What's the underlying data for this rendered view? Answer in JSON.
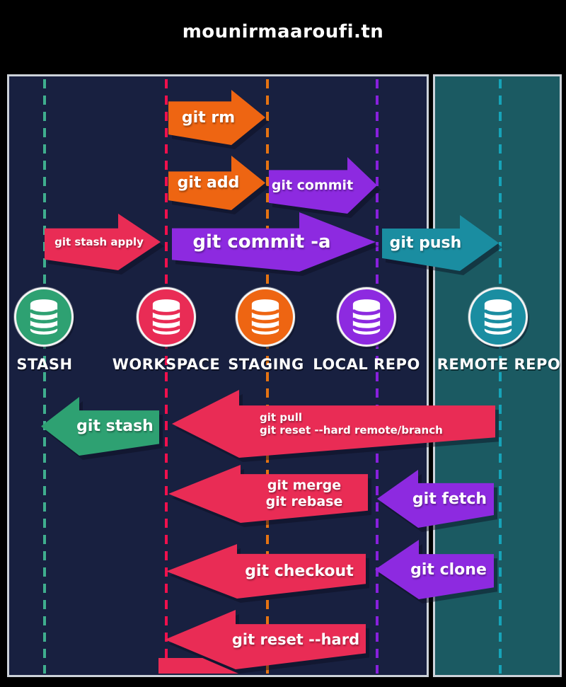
{
  "header": {
    "title": "mounirmaaroufi.tn"
  },
  "palette": {
    "background": "#000000",
    "panel_left": "#182040",
    "panel_right": "#1b5a62",
    "panel_border": "#ccd2d9",
    "orange": "#ee6512",
    "purple": "#8d2ae0",
    "crimson": "#e92c55",
    "green": "#2ea172",
    "teal": "#1a8da1",
    "text": "#ffffff"
  },
  "columns": [
    {
      "id": "stash",
      "label": "STASH",
      "color": "#2ea172",
      "line_color": "#3fae8e",
      "icon": "database-icon"
    },
    {
      "id": "workspace",
      "label": "WORKSPACE",
      "color": "#e92c55",
      "line_color": "#f0104d",
      "icon": "database-icon"
    },
    {
      "id": "staging",
      "label": "STAGING",
      "color": "#ee6512",
      "line_color": "#e57312",
      "icon": "database-icon"
    },
    {
      "id": "local-repo",
      "label": "LOCAL REPO",
      "color": "#8d2ae0",
      "line_color": "#8820dd",
      "icon": "database-icon"
    },
    {
      "id": "remote-repo",
      "label": "REMOTE REPO",
      "color": "#1a8da1",
      "line_color": "#16a3b8",
      "icon": "database-icon"
    }
  ],
  "arrows": [
    {
      "label": "git rm",
      "color": "#ee6512",
      "direction": "right",
      "from": "workspace",
      "to": "staging"
    },
    {
      "label": "git add",
      "color": "#ee6512",
      "direction": "right",
      "from": "workspace",
      "to": "staging"
    },
    {
      "label": "git commit",
      "color": "#8d2ae0",
      "direction": "right",
      "from": "staging",
      "to": "local-repo"
    },
    {
      "label": "git stash apply",
      "color": "#e92c55",
      "direction": "right",
      "from": "stash",
      "to": "workspace"
    },
    {
      "label": "git commit -a",
      "color": "#8d2ae0",
      "direction": "right",
      "from": "workspace",
      "to": "local-repo"
    },
    {
      "label": "git push",
      "color": "#1a8da1",
      "direction": "right",
      "from": "local-repo",
      "to": "remote-repo"
    },
    {
      "label": "git stash",
      "color": "#2ea172",
      "direction": "left",
      "from": "workspace",
      "to": "stash"
    },
    {
      "line1": "git pull",
      "line2": "git reset --hard remote/branch",
      "color": "#e92c55",
      "direction": "left",
      "from": "remote-repo",
      "to": "workspace"
    },
    {
      "line1": "git merge",
      "line2": "git rebase",
      "color": "#e92c55",
      "direction": "left",
      "from": "local-repo",
      "to": "workspace"
    },
    {
      "label": "git fetch",
      "color": "#8d2ae0",
      "direction": "left",
      "from": "remote-repo",
      "to": "local-repo"
    },
    {
      "label": "git checkout",
      "color": "#e92c55",
      "direction": "left",
      "from": "local-repo",
      "to": "workspace"
    },
    {
      "label": "git clone",
      "color": "#8d2ae0",
      "direction": "left",
      "from": "remote-repo",
      "to": "local-repo"
    },
    {
      "label": "git reset --hard",
      "color": "#e92c55",
      "direction": "left",
      "from": "local-repo",
      "to": "workspace"
    }
  ]
}
